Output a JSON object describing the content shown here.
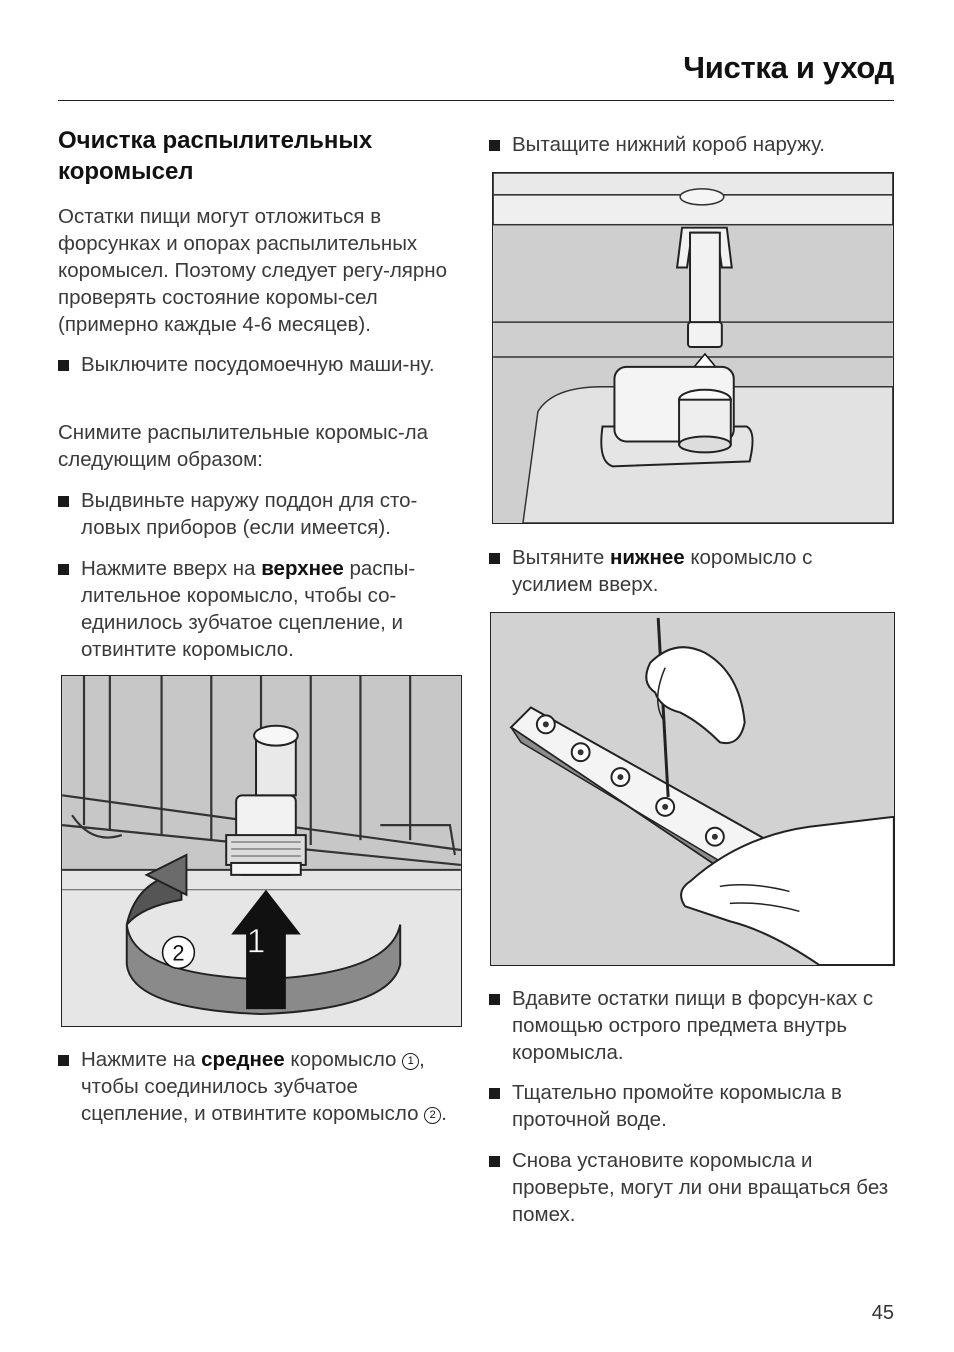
{
  "header": {
    "title": "Чистка и уход"
  },
  "section": {
    "heading": "Очистка распылительных коромысел",
    "intro": "Остатки пищи могут отложиться в форсунках и опорах распылительных коромысел. Поэтому следует регу-лярно проверять состояние коромы-сел (примерно каждые 4-6 месяцев).",
    "step_power_off": "Выключите посудомоечную маши-ну.",
    "remove_intro": "Снимите распылительные коромыс-ла следующим образом:",
    "step_tray": "Выдвиньте наружу поддон для сто-ловых приборов (если имеется).",
    "step_upper": {
      "pre": "Нажмите вверх на ",
      "bold": "верхнее",
      "post": " распы-лительное коромысло, чтобы со-единилось зубчатое сцепление, и отвинтите коромысло."
    },
    "step_middle": {
      "pre": "Нажмите на ",
      "bold": "среднее",
      "mid1": " коромысло ",
      "num1": "1",
      "mid2": ", чтобы соединилось зубчатое сцепление, и отвинтите коромысло ",
      "num2": "2",
      "post": "."
    },
    "step_basket": "Вытащите нижний короб наружу.",
    "step_lower": {
      "pre": "Вытяните ",
      "bold": "нижнее",
      "post": " коромысло с усилием вверх."
    },
    "step_push": "Вдавите остатки пищи в форсун-ках с помощью острого предмета внутрь коромысла.",
    "step_rinse": "Тщательно промойте коромысла в проточной воде.",
    "step_refit": "Снова установите коромысла и проверьте, могут ли они вращаться без помех."
  },
  "figure_middle_arm": {
    "label_1": "1",
    "label_2": "2"
  },
  "page_number": "45"
}
